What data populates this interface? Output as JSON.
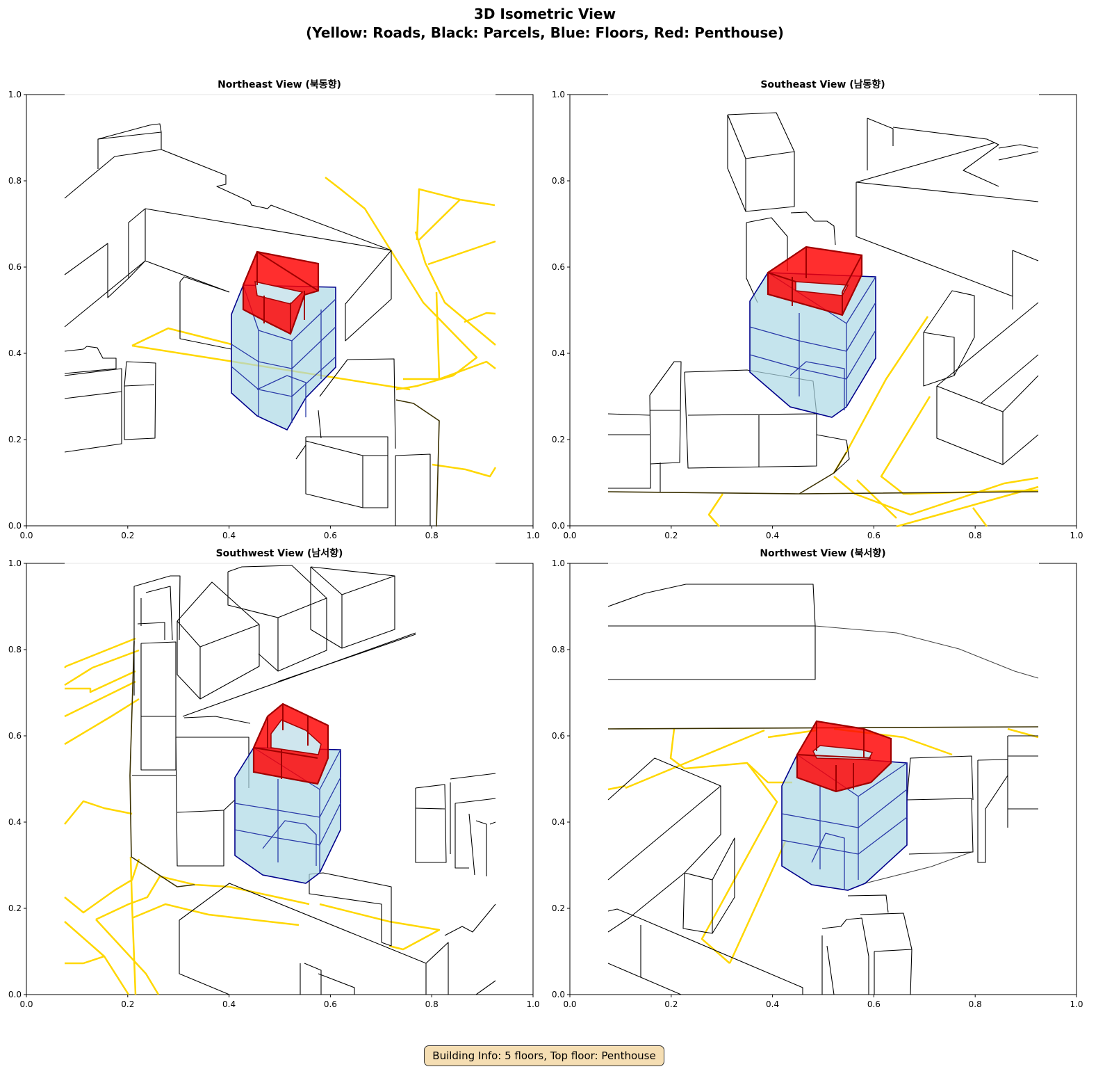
{
  "figure": {
    "title_line1": "3D Isometric View",
    "title_line2": "(Yellow: Roads, Black: Parcels, Blue: Floors, Red: Penthouse)"
  },
  "panels": [
    {
      "title": "Northeast View (북동향)"
    },
    {
      "title": "Southeast View (남동향)"
    },
    {
      "title": "Southwest View (남서향)"
    },
    {
      "title": "Northwest View (북서향)"
    }
  ],
  "axes": {
    "x_ticks": [
      "0.0",
      "0.2",
      "0.4",
      "0.6",
      "0.8",
      "1.0"
    ],
    "y_ticks": [
      "0.0",
      "0.2",
      "0.4",
      "0.6",
      "0.8",
      "1.0"
    ],
    "xlim": [
      0,
      1
    ],
    "ylim": [
      0,
      1
    ]
  },
  "colors": {
    "roads": "#ffd700",
    "parcels": "#000000",
    "floors": "#add8e6",
    "floor_edges": "#00008b",
    "penthouse": "#ff0000"
  },
  "info_box": "Building Info: 5 floors, Top floor: Penthouse"
}
